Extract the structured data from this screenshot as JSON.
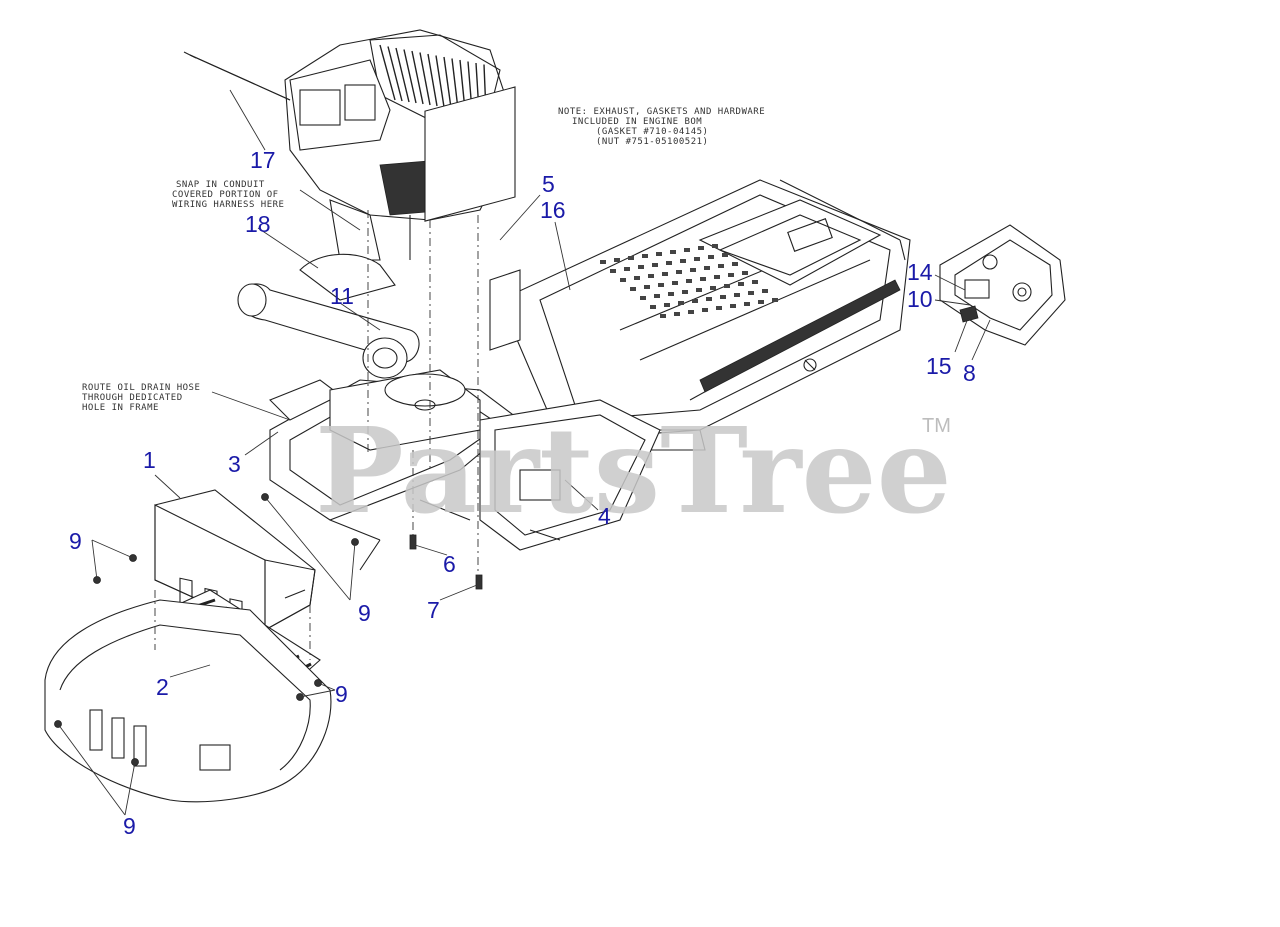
{
  "watermark": {
    "text": "PartsTree",
    "trademark": "TM"
  },
  "notes": {
    "exhaust": [
      "NOTE: EXHAUST, GASKETS AND HARDWARE",
      "INCLUDED IN ENGINE BOM",
      "(GASKET #710-04145)",
      "(NUT #751-05100521)"
    ],
    "conduit": [
      "SNAP IN CONDUIT",
      "COVERED PORTION OF",
      "WIRING HARNESS HERE"
    ],
    "drain": [
      "ROUTE OIL DRAIN HOSE",
      "THROUGH DEDICATED",
      "HOLE IN FRAME"
    ]
  },
  "callouts": {
    "c1": "1",
    "c2": "2",
    "c3": "3",
    "c4": "4",
    "c5": "5",
    "c6": "6",
    "c7": "7",
    "c8": "8",
    "c9a": "9",
    "c9b": "9",
    "c9c": "9",
    "c9d": "9",
    "c10": "10",
    "c11": "11",
    "c14": "14",
    "c15": "15",
    "c16": "16",
    "c17": "17",
    "c18": "18"
  },
  "colors": {
    "callout": "#1a1aa8",
    "watermark": "#c8c8c8",
    "line": "#222222"
  }
}
